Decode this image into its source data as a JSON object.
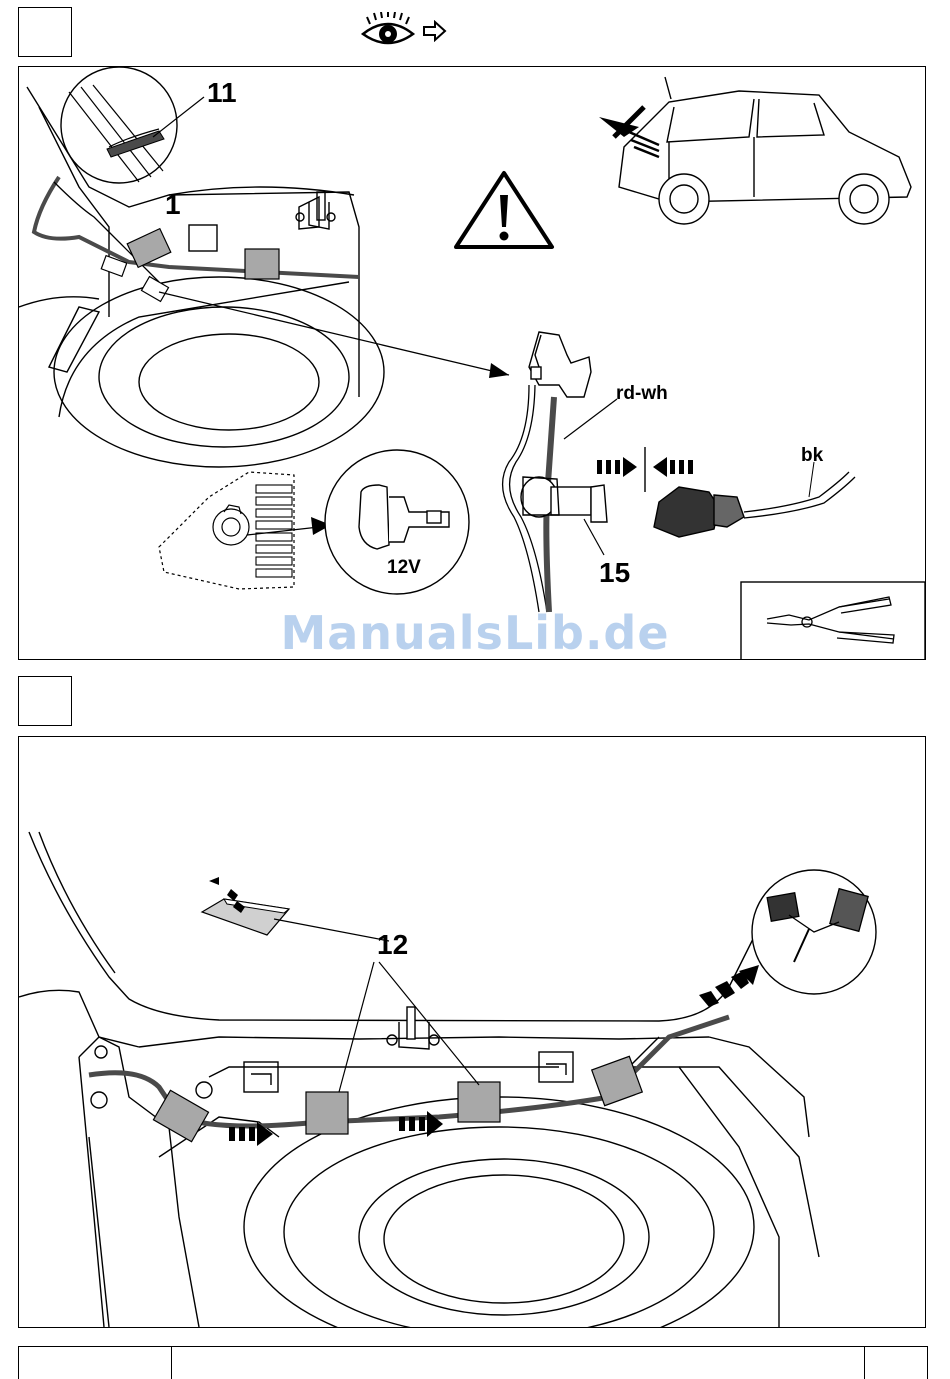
{
  "page": {
    "watermark": "ManualsLib.de"
  },
  "panel1": {
    "callout_11": "11",
    "callout_1": "1",
    "callout_15": "15",
    "wire_rd_wh": "rd-wh",
    "wire_bk": "bk",
    "socket_voltage": "12V",
    "icons": [
      "eye-icon",
      "arrow-right-icon",
      "warning-triangle-icon",
      "pliers-icon",
      "vehicle-icon"
    ]
  },
  "panel2": {
    "callout_12": "12"
  },
  "colors": {
    "line": "#000000",
    "cable": "#4a4a4a",
    "tape": "#a8a8a8",
    "watermark": "#b9d1ee"
  }
}
